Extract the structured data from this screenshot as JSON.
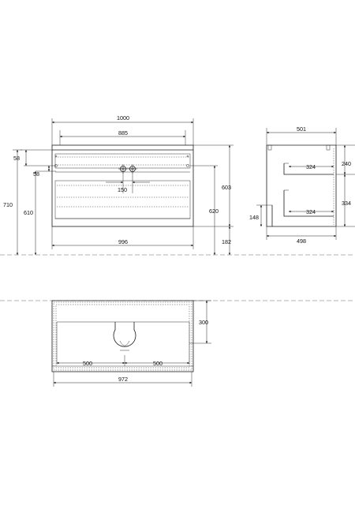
{
  "front_view": {
    "total_width": "1000",
    "inner_width": "885",
    "bottom_width": "996",
    "left_offset_top": "58",
    "left_offset_mid": "58",
    "total_height": "710",
    "height_610": "610",
    "tap_spacing": "150",
    "height_603": "603",
    "height_620": "620",
    "bottom_gap": "182"
  },
  "side_view": {
    "top_depth": "501",
    "shelf_upper": "324",
    "shelf_lower": "324",
    "bottom_depth": "498",
    "height_240": "240",
    "height_334": "334",
    "height_148": "148"
  },
  "top_view": {
    "depth": "300",
    "left_half": "500",
    "right_half": "500",
    "total_width": "972"
  }
}
